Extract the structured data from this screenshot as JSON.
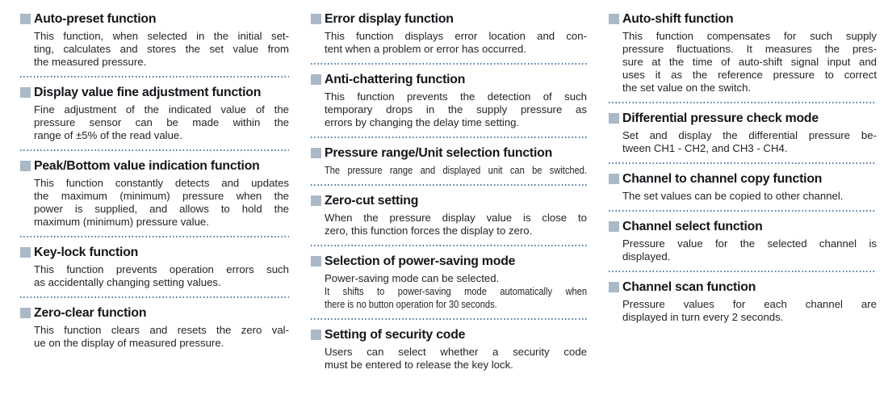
{
  "colors": {
    "bullet": "#aab9c8",
    "divider": "#4c7aa4",
    "heading": "#14161a",
    "body": "#232427",
    "background": "#ffffff"
  },
  "columns": [
    {
      "sections": [
        {
          "title": "Auto-preset function",
          "body": "This function, when selected in the initial set-\nting, calculates and stores the set value from\nthe measured pressure."
        },
        {
          "title": "Display value fine adjustment function",
          "body": "Fine adjustment of the indicated value of the\npressure sensor can be made within the\nrange of ±5% of the read value."
        },
        {
          "title": "Peak/Bottom value indication function",
          "body": "This function constantly detects and updates\nthe maximum (minimum) pressure when the\npower is supplied, and allows to hold the\nmaximum (minimum) pressure value."
        },
        {
          "title": "Key-lock function",
          "body": "This function prevents operation errors such\nas accidentally changing setting values."
        },
        {
          "title": "Zero-clear function",
          "body": "This function clears and resets the zero val-\nue on the display of measured pressure."
        }
      ]
    },
    {
      "sections": [
        {
          "title": "Error display function",
          "body": "This function displays error location and con-\ntent when a problem or error has occurred."
        },
        {
          "title": "Anti-chattering function",
          "body": "This function prevents the detection of such\ntemporary drops in the supply pressure as\nerrors by changing the delay time setting."
        },
        {
          "title": "Pressure range/Unit selection function",
          "body": "The pressure range and displayed unit can be switched."
        },
        {
          "title": "Zero-cut setting",
          "body": "When the pressure display value is close to\nzero, this function forces the display to zero."
        },
        {
          "title": "Selection of power-saving mode",
          "body": "Power-saving mode can be selected.",
          "body2": "It shifts to power-saving mode automatically when\nthere is no button operation for 30 seconds."
        },
        {
          "title": "Setting of security code",
          "body": "Users can select whether a security code\nmust be entered to release the key lock."
        }
      ]
    },
    {
      "sections": [
        {
          "title": "Auto-shift function",
          "body": "This function compensates for such supply\npressure fluctuations. It measures the pres-\nsure at the time of auto-shift signal input and\nuses it as the reference pressure to correct\nthe set value on the switch."
        },
        {
          "title": "Differential pressure check mode",
          "body": "Set and display the differential pressure be-\ntween CH1 - CH2, and CH3 - CH4."
        },
        {
          "title": "Channel to channel copy function",
          "body": "The set values can be copied to other channel."
        },
        {
          "title": "Channel select function",
          "body": "Pressure value for the selected channel is\ndisplayed."
        },
        {
          "title": "Channel scan function",
          "body": "Pressure values for each channel are\ndisplayed in turn every 2 seconds."
        }
      ]
    }
  ]
}
